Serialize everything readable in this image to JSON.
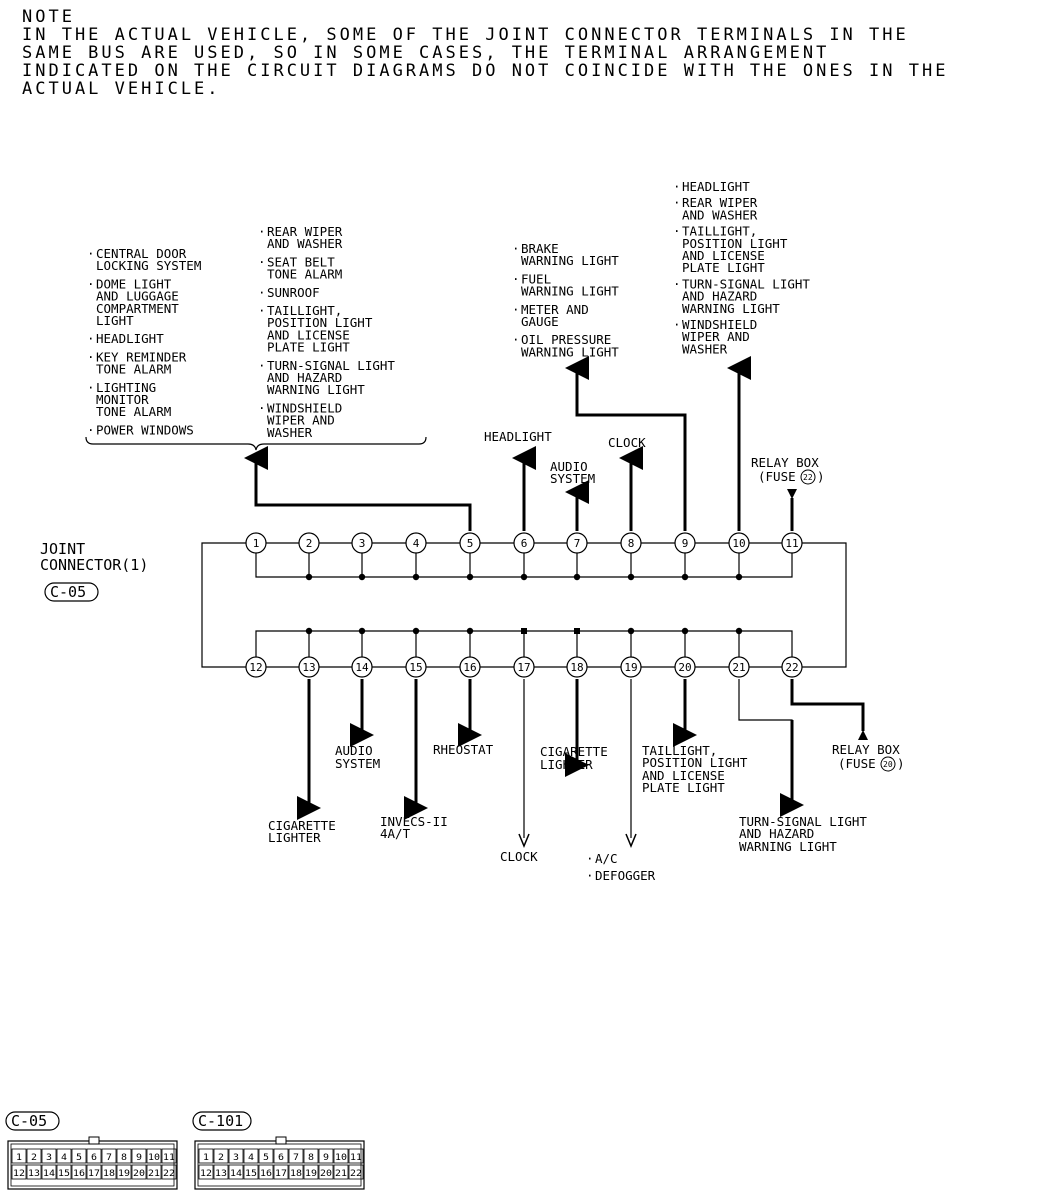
{
  "note": {
    "title": "NOTE",
    "lines": [
      "IN THE ACTUAL VEHICLE, SOME OF THE JOINT CONNECTOR TERMINALS IN THE",
      "SAME BUS ARE USED, SO IN SOME CASES, THE TERMINAL ARRANGEMENT",
      "INDICATED ON THE CIRCUIT DIAGRAMS DO NOT COINCIDE WITH THE ONES IN THE",
      "ACTUAL VEHICLE."
    ]
  },
  "connector": {
    "name_lines": [
      "JOINT",
      "CONNECTOR(1)"
    ],
    "code": "C-05",
    "top_pins": [
      "1",
      "2",
      "3",
      "4",
      "5",
      "6",
      "7",
      "8",
      "9",
      "10",
      "11"
    ],
    "bottom_pins": [
      "12",
      "13",
      "14",
      "15",
      "16",
      "17",
      "18",
      "19",
      "20",
      "21",
      "22"
    ]
  },
  "labels": {
    "group5_left": [
      [
        "CENTRAL DOOR",
        "LOCKING SYSTEM"
      ],
      [
        "DOME LIGHT",
        "AND LUGGAGE",
        "COMPARTMENT",
        "LIGHT"
      ],
      [
        "HEADLIGHT"
      ],
      [
        "KEY REMINDER",
        "TONE ALARM"
      ],
      [
        "LIGHTING",
        "MONITOR",
        "TONE ALARM"
      ],
      [
        "POWER WINDOWS"
      ]
    ],
    "group5_right": [
      [
        "REAR WIPER",
        "AND WASHER"
      ],
      [
        "SEAT BELT",
        "TONE ALARM"
      ],
      [
        "SUNROOF"
      ],
      [
        "TAILLIGHT,",
        "POSITION LIGHT",
        "AND LICENSE",
        "PLATE LIGHT"
      ],
      [
        "TURN-SIGNAL LIGHT",
        "AND HAZARD",
        "WARNING LIGHT"
      ],
      [
        "WINDSHIELD",
        "WIPER AND",
        "WASHER"
      ]
    ],
    "group9": [
      [
        "BRAKE",
        "WARNING LIGHT"
      ],
      [
        "FUEL",
        "WARNING LIGHT"
      ],
      [
        "METER AND",
        "GAUGE"
      ],
      [
        "OIL PRESSURE",
        "WARNING LIGHT"
      ]
    ],
    "group10": [
      [
        "HEADLIGHT"
      ],
      [
        "REAR WIPER",
        "AND WASHER"
      ],
      [
        "TAILLIGHT,",
        "POSITION LIGHT",
        "AND LICENSE",
        "PLATE LIGHT"
      ],
      [
        "TURN-SIGNAL LIGHT",
        "AND HAZARD",
        "WARNING LIGHT"
      ],
      [
        "WINDSHIELD",
        "WIPER AND",
        "WASHER"
      ]
    ],
    "pin6": "HEADLIGHT",
    "pin7": [
      "AUDIO",
      "SYSTEM"
    ],
    "pin8": "CLOCK",
    "pin11": [
      "RELAY BOX",
      "(FUSE"
    ],
    "pin11_fuse": "22",
    "pin13": [
      "CIGARETTE",
      "LIGHTER"
    ],
    "pin14": [
      "AUDIO",
      "SYSTEM"
    ],
    "pin15": [
      "INVECS-II",
      "4A/T"
    ],
    "pin16": "RHEOSTAT",
    "pin17": "CLOCK",
    "pin18": [
      "CIGARETTE",
      "LIGHTER"
    ],
    "pin19": [
      "A/C",
      "DEFOGGER"
    ],
    "pin20": [
      "TAILLIGHT,",
      "POSITION LIGHT",
      "AND LICENSE",
      "PLATE LIGHT"
    ],
    "pin21": [
      "TURN-SIGNAL LIGHT",
      "AND HAZARD",
      "WARNING LIGHT"
    ],
    "pin22": [
      "RELAY BOX",
      "(FUSE"
    ],
    "pin22_fuse": "20"
  },
  "connector_views": [
    {
      "code": "C-05",
      "top": [
        "1",
        "2",
        "3",
        "4",
        "5",
        "6",
        "7",
        "8",
        "9",
        "10",
        "11"
      ],
      "bottom": [
        "12",
        "13",
        "14",
        "15",
        "16",
        "17",
        "18",
        "19",
        "20",
        "21",
        "22"
      ]
    },
    {
      "code": "C-101",
      "top": [
        "1",
        "2",
        "3",
        "4",
        "5",
        "6",
        "7",
        "8",
        "9",
        "10",
        "11"
      ],
      "bottom": [
        "12",
        "13",
        "14",
        "15",
        "16",
        "17",
        "18",
        "19",
        "20",
        "21",
        "22"
      ]
    }
  ]
}
